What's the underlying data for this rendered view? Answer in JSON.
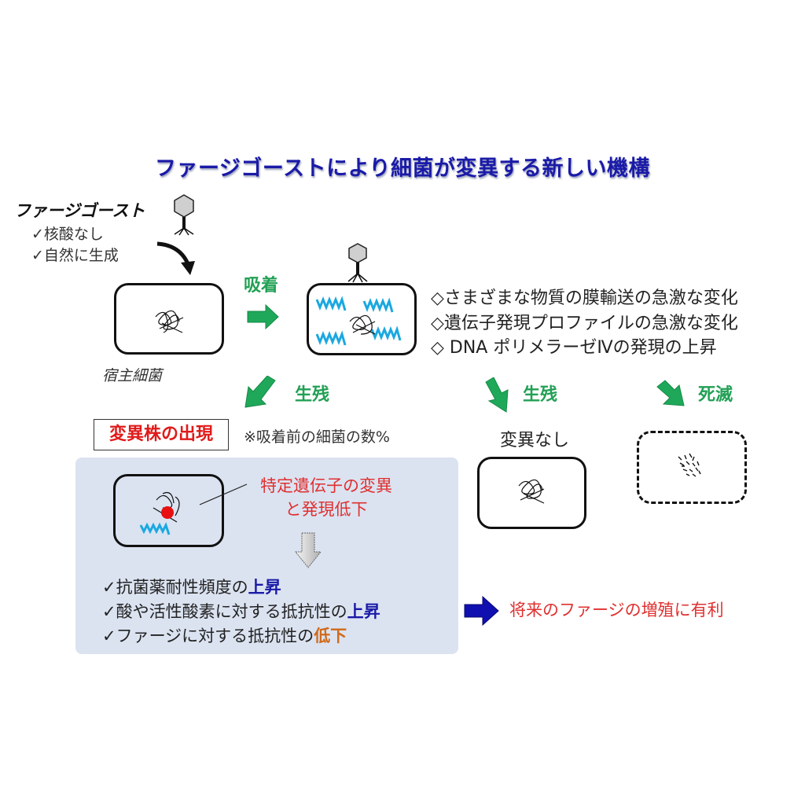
{
  "title": "ファージゴーストにより細菌が変異する新しい機構",
  "phage_ghost": {
    "label": "ファージゴースト",
    "checks": [
      "✓核酸なし",
      "✓自然に生成"
    ]
  },
  "host_cell_label": "宿主細菌",
  "adsorption_label": "吸着",
  "effects": [
    "◇さまざまな物質の膜輸送の急激な変化",
    "◇遺伝子発現プロファイルの急激な変化",
    "◇ DNA ポリメラーゼⅣの発現の上昇"
  ],
  "outcomes": {
    "survive_left": "生残",
    "survive_mid": "生残",
    "death": "死滅",
    "no_mutation": "変異なし"
  },
  "mutant": {
    "badge": "変異株の出現",
    "note": "※吸着前の細菌の数%",
    "callout_line1": "特定遺伝子の変異",
    "callout_line2": "と発現低下",
    "results": [
      {
        "prefix": "✓抗菌薬耐性頻度の",
        "emph": "上昇",
        "color": "blue"
      },
      {
        "prefix": "✓酸や活性酸素に対する抵抗性の",
        "emph": "上昇",
        "color": "blue"
      },
      {
        "prefix": "✓ファージに対する抵抗性の",
        "emph": "低下",
        "color": "orange"
      }
    ]
  },
  "conclusion": "将来のファージの増殖に有利",
  "colors": {
    "title": "#1a1aa8",
    "green_arrow": "#1fa85a",
    "cyan_spring": "#1aa8e0",
    "red_text": "#e03030",
    "panel_bg": "#dbe3f1",
    "blue_arrow": "#1010b0"
  }
}
